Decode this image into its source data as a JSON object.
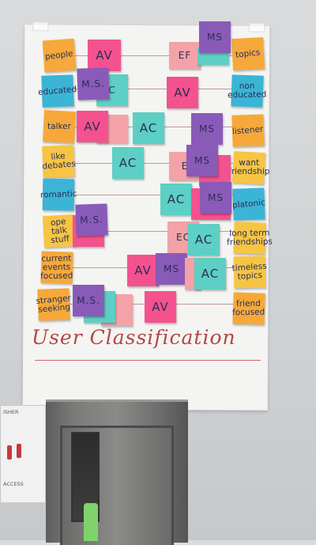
{
  "title": "User Classification",
  "left_labels": [
    "people",
    "educated",
    "talker",
    "like debates",
    "romantic",
    "ope talk stuff",
    "current events focused",
    "stranger seeking"
  ],
  "right_labels": [
    "topics",
    "non educated",
    "listener",
    "want friendship",
    "platonic",
    "long term friendships",
    "timeless topics",
    "friend focused"
  ],
  "tags": {
    "av": "AV",
    "ac": "AC",
    "ms": "MS",
    "ms_dot": "M.S.",
    "ec": "EC",
    "ef": "EF",
    "e": "E",
    "c": "C"
  },
  "colors": {
    "yellow": "#f7c544",
    "blue": "#3ab5d6",
    "pink": "#f4528f",
    "purple": "#8a5ab8",
    "teal": "#5dcfc4",
    "marker": "#b04848"
  },
  "poster": {
    "heading": "ISHER",
    "footer": "ACCESS"
  }
}
